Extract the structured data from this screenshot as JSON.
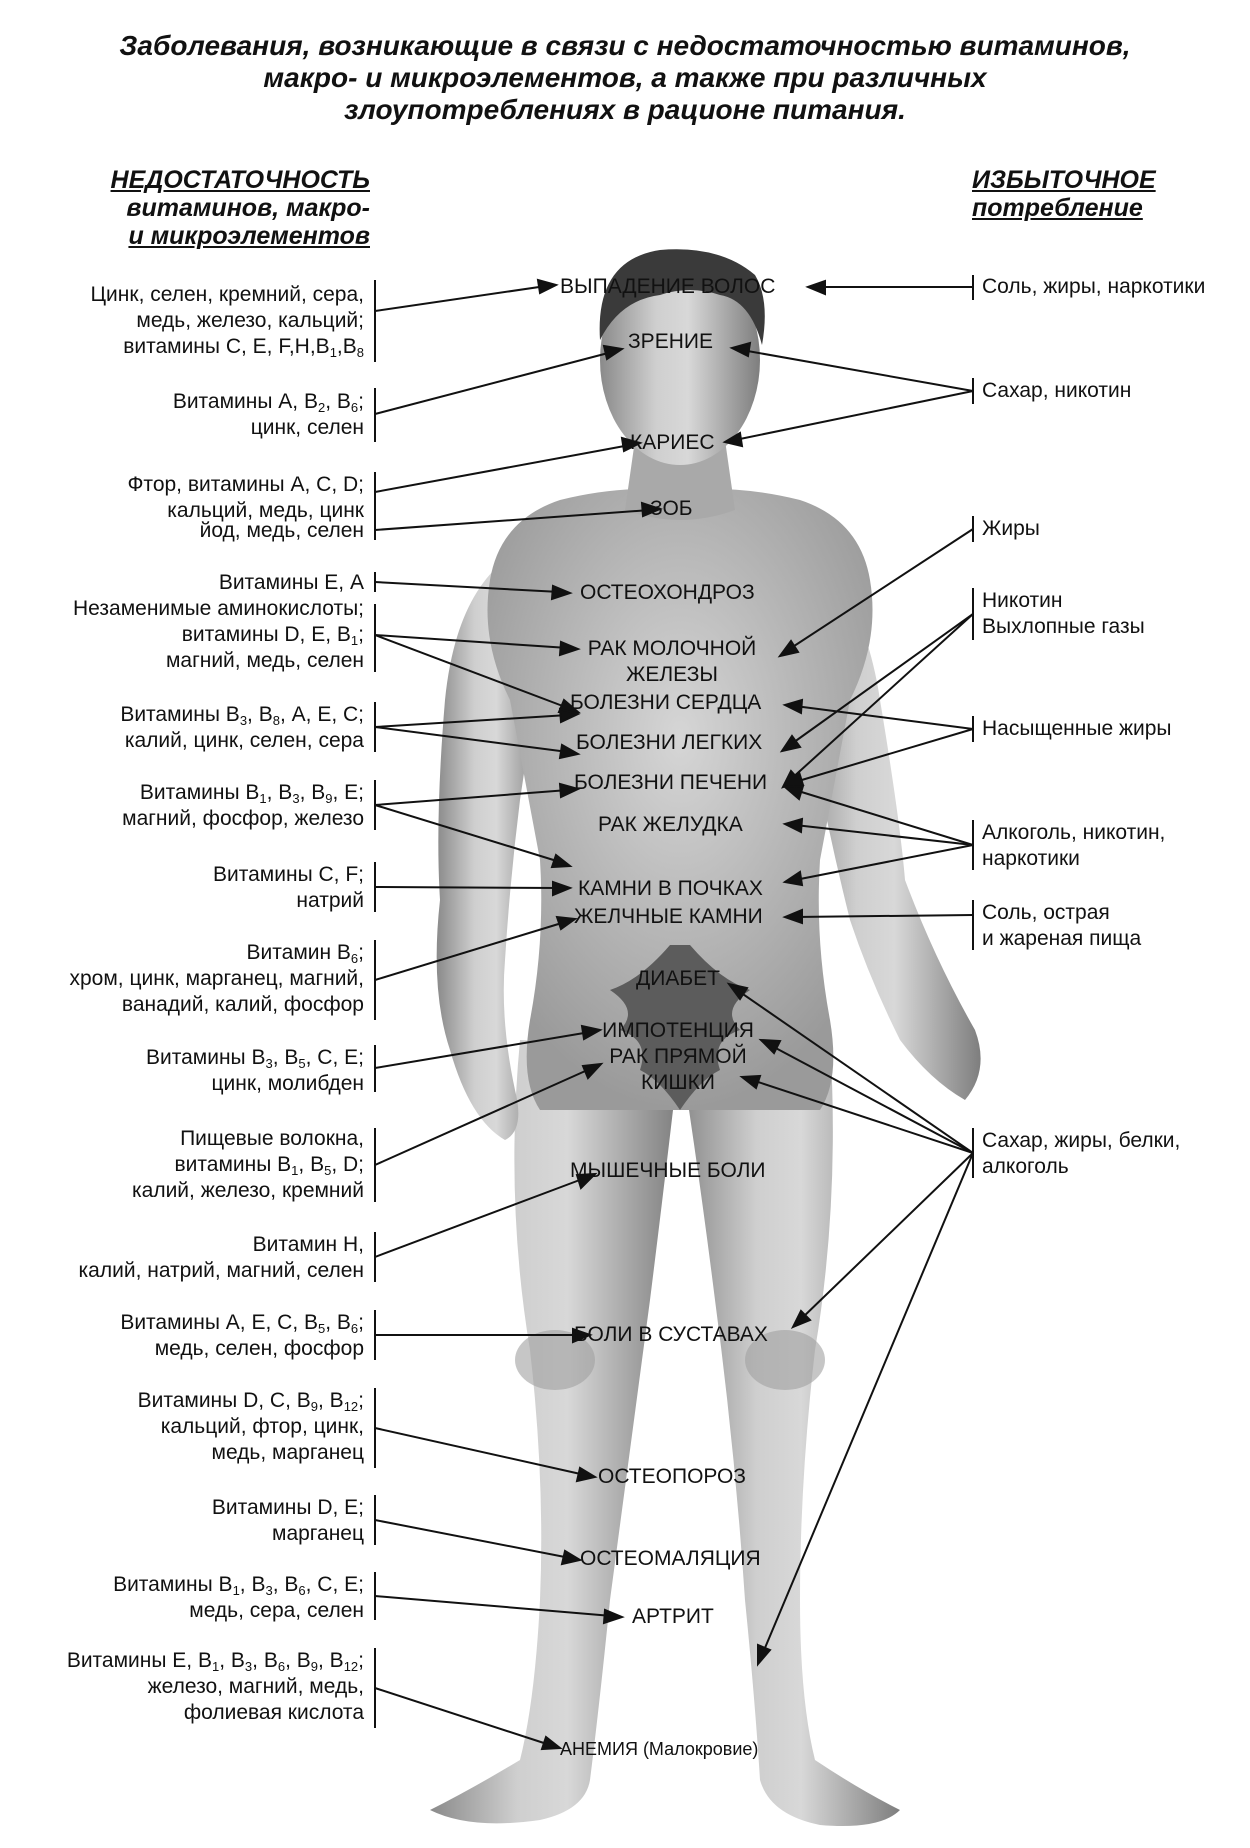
{
  "title": {
    "line1": "Заболевания, возникающие в связи с недостаточностью витаминов,",
    "line2": "макро- и микроэлементов, а также при различных",
    "line3": "злоупотреблениях в рационе питания."
  },
  "left_header": {
    "line1": "НЕДОСТАТОЧНОСТЬ",
    "line2": "витаминов, макро-",
    "line3": "и микроэлементов"
  },
  "right_header": {
    "line1": "ИЗБЫТОЧНОЕ",
    "line2": "потребление"
  },
  "diseases": {
    "hair_loss": "ВЫПАДЕНИЕ ВОЛОС",
    "vision": "ЗРЕНИЕ",
    "caries": "КАРИЕС",
    "goiter": "ЗОБ",
    "osteochondrosis": "ОСТЕОХОНДРОЗ",
    "breast_cancer_1": "РАК МОЛОЧНОЙ",
    "breast_cancer_2": "ЖЕЛЕЗЫ",
    "heart": "БОЛЕЗНИ СЕРДЦА",
    "lungs": "БОЛЕЗНИ ЛЕГКИХ",
    "liver": "БОЛЕЗНИ ПЕЧЕНИ",
    "stomach_cancer": "РАК ЖЕЛУДКА",
    "kidney_stones": "КАМНИ В ПОЧКАХ",
    "gallstones": "ЖЕЛЧНЫЕ КАМНИ",
    "diabetes": "ДИАБЕТ",
    "impotence": "ИМПОТЕНЦИЯ",
    "rectal_cancer_1": "РАК ПРЯМОЙ",
    "rectal_cancer_2": "КИШКИ",
    "muscle_pain": "МЫШЕЧНЫЕ БОЛИ",
    "joint_pain": "БОЛИ В СУСТАВАХ",
    "osteoporosis": "ОСТЕОПОРОЗ",
    "osteomalacia": "ОСТЕОМАЛЯЦИЯ",
    "arthritis": "АРТРИТ",
    "anemia": "АНЕМИЯ (Малокровие)"
  },
  "deficiency": {
    "d1": {
      "line1": "Цинк, селен, кремний, сера,",
      "line2": "медь, железо, кальций;",
      "line3_a": "витамины С, Е, F,H,В",
      "line3_s1": "1",
      "line3_b": ",В",
      "line3_s2": "8"
    },
    "d2": {
      "line1_a": "Витамины А, В",
      "line1_s1": "2",
      "line1_b": ", В",
      "line1_s2": "6",
      "line1_c": ";",
      "line2": "цинк, селен"
    },
    "d3": {
      "line1": "Фтор, витамины А, С, D;",
      "line2": "кальций, медь, цинк"
    },
    "d4": {
      "line1": "йод, медь, селен"
    },
    "d5": {
      "line1": "Витамины Е, А"
    },
    "d6": {
      "line1": "Незаменимые аминокислоты;",
      "line2_a": "витамины D, Е, В",
      "line2_s1": "1",
      "line2_b": ";",
      "line3": "магний, медь, селен"
    },
    "d7": {
      "line1_a": "Витамины В",
      "line1_s1": "3",
      "line1_b": ", В",
      "line1_s2": "8",
      "line1_c": ", А, Е, С;",
      "line2": "калий, цинк, селен, сера"
    },
    "d8": {
      "line1_a": "Витамины В",
      "line1_s1": "1",
      "line1_b": ", В",
      "line1_s2": "3",
      "line1_c": ", В",
      "line1_s3": "9",
      "line1_d": ", Е;",
      "line2": "магний, фосфор, железо"
    },
    "d9": {
      "line1": "Витамины С, F;",
      "line2": "натрий"
    },
    "d10": {
      "line1_a": "Витамин В",
      "line1_s1": "6",
      "line1_b": ";",
      "line2": "хром, цинк, марганец, магний,",
      "line3": "ванадий, калий, фосфор"
    },
    "d11": {
      "line1_a": "Витамины В",
      "line1_s1": "3",
      "line1_b": ", В",
      "line1_s2": "5",
      "line1_c": ", С, Е;",
      "line2": "цинк, молибден"
    },
    "d12": {
      "line1": "Пищевые волокна,",
      "line2_a": "витамины В",
      "line2_s1": "1",
      "line2_b": ", В",
      "line2_s2": "5",
      "line2_c": ", D;",
      "line3": "калий, железо, кремний"
    },
    "d13": {
      "line1": "Витамин Н,",
      "line2": "калий, натрий, магний, селен"
    },
    "d14": {
      "line1_a": "Витамины А, Е, С, В",
      "line1_s1": "5",
      "line1_b": ", В",
      "line1_s2": "6",
      "line1_c": ";",
      "line2": "медь, селен, фосфор"
    },
    "d15": {
      "line1_a": "Витамины D, С, В",
      "line1_s1": "9",
      "line1_b": ", В",
      "line1_s2": "12",
      "line1_c": ";",
      "line2": "кальций, фтор, цинк,",
      "line3": "медь, марганец"
    },
    "d16": {
      "line1": "Витамины D, Е;",
      "line2": "марганец"
    },
    "d17": {
      "line1_a": "Витамины В",
      "line1_s1": "1",
      "line1_b": ", В",
      "line1_s2": "3",
      "line1_c": ", В",
      "line1_s3": "6",
      "line1_d": ", С, Е;",
      "line2": "медь, сера, селен"
    },
    "d18": {
      "line1_a": "Витамины Е, В",
      "line1_s1": "1",
      "line1_b": ", В",
      "line1_s2": "3",
      "line1_c": ", В",
      "line1_s3": "6",
      "line1_d": ", В",
      "line1_s4": "9",
      "line1_e": ", В",
      "line1_s5": "12",
      "line1_f": ";",
      "line2": "железо, магний, медь,",
      "line3": "фолиевая кислота"
    }
  },
  "excess": {
    "e1": {
      "line1": "Соль, жиры, наркотики"
    },
    "e2": {
      "line1": "Сахар, никотин"
    },
    "e3": {
      "line1": "Жиры"
    },
    "e4": {
      "line1": "Никотин",
      "line2": "Выхлопные газы"
    },
    "e5": {
      "line1": "Насыщенные жиры"
    },
    "e6": {
      "line1": "Алкоголь, никотин,",
      "line2": "наркотики"
    },
    "e7": {
      "line1": "Соль, острая",
      "line2": "и  жареная пища"
    },
    "e8": {
      "line1": "Сахар, жиры, белки,",
      "line2": "алкоголь"
    }
  },
  "colors": {
    "text": "#111111",
    "lines": "#111111",
    "skin_light": "#c9c9c9",
    "skin_dark": "#7a7a7a",
    "hair": "#3a3a3a",
    "leaf": "#5c5c5c"
  }
}
